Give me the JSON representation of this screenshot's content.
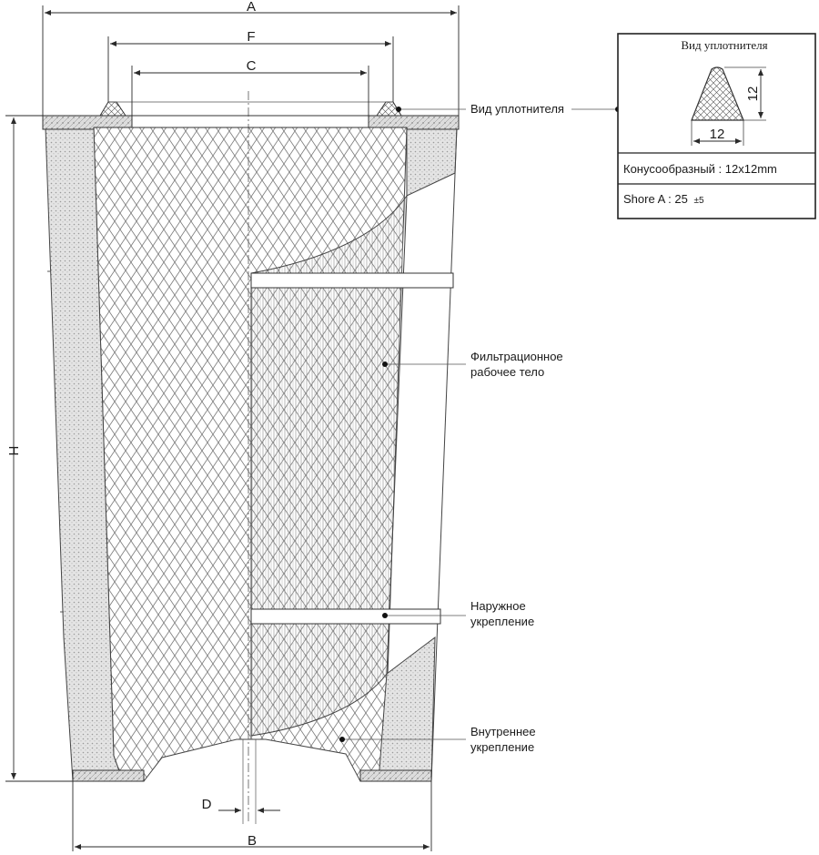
{
  "dimensions": {
    "A": "A",
    "F": "F",
    "C": "C",
    "H": "H",
    "D": "D",
    "B": "B"
  },
  "callouts": {
    "seal_view": "Вид уплотнителя",
    "filter_body_line1": "Фильтрационное",
    "filter_body_line2": "рабочее тело",
    "outer_support_line1": "Наружное",
    "outer_support_line2": "укрепление",
    "inner_support_line1": "Внутреннее",
    "inner_support_line2": "укрепление"
  },
  "seal_box": {
    "title": "Вид уплотнителя",
    "height_label": "12",
    "width_label": "12",
    "shape_spec": "Конусообразный : 12x12mm",
    "hardness_label": "Shore A : 25",
    "hardness_tolerance": "±5"
  },
  "colors": {
    "line": "#2a2a2a",
    "hatch": "#6a6a6a"
  }
}
